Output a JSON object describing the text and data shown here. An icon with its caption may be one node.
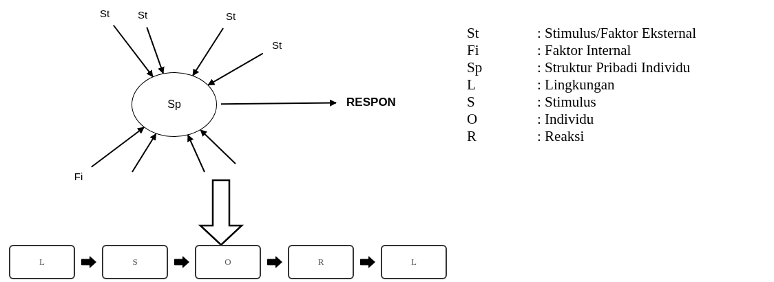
{
  "diagram": {
    "nodes": [
      {
        "text": [
          "St"
        ]
      },
      {
        "text": [
          "St"
        ]
      },
      {
        "text": [
          "St"
        ]
      },
      {
        "text": [
          "St"
        ]
      },
      {
        "text": [
          "Sp"
        ]
      },
      {
        "text": [
          "RESPON"
        ]
      },
      {
        "text": [
          "Fi"
        ]
      },
      {
        "text": [
          "L"
        ]
      },
      {
        "text": [
          "S"
        ]
      },
      {
        "text": [
          "O"
        ]
      },
      {
        "text": [
          "R"
        ]
      },
      {
        "text": [
          "L"
        ]
      }
    ],
    "edges": [
      {
        "from": 0,
        "to": 4,
        "arrow": "to"
      },
      {
        "from": 1,
        "to": 4,
        "arrow": "to"
      },
      {
        "from": 2,
        "to": 4,
        "arrow": "to"
      },
      {
        "from": 3,
        "to": 4,
        "arrow": "to"
      },
      {
        "from": 4,
        "to": 5,
        "arrow": "to"
      },
      {
        "from": 6,
        "to": 4,
        "arrow": "to"
      },
      {
        "from": null,
        "to": 4,
        "arrow": "to"
      },
      {
        "from": null,
        "to": 4,
        "arrow": "to"
      },
      {
        "from": null,
        "to": 4,
        "arrow": "to"
      },
      {
        "from": null,
        "to": 9,
        "arrow": "to",
        "style": "thick"
      },
      {
        "from": 7,
        "to": 8,
        "arrow": "to",
        "style": "thick"
      },
      {
        "from": 8,
        "to": 9,
        "arrow": "to",
        "style": "thick"
      },
      {
        "from": 9,
        "to": 10,
        "arrow": "to",
        "style": "thick"
      },
      {
        "from": 10,
        "to": 11,
        "arrow": "to",
        "style": "thick"
      }
    ],
    "labels": [
      "St",
      ": Stimulus/Faktor Eksternal",
      "Fi",
      ": Faktor Internal",
      "Sp",
      ": Struktur Pribadi Individu",
      "L",
      ": Lingkungan",
      "S",
      ": Stimulus",
      "O",
      ": Individu",
      "R",
      ": Reaksi"
    ]
  }
}
